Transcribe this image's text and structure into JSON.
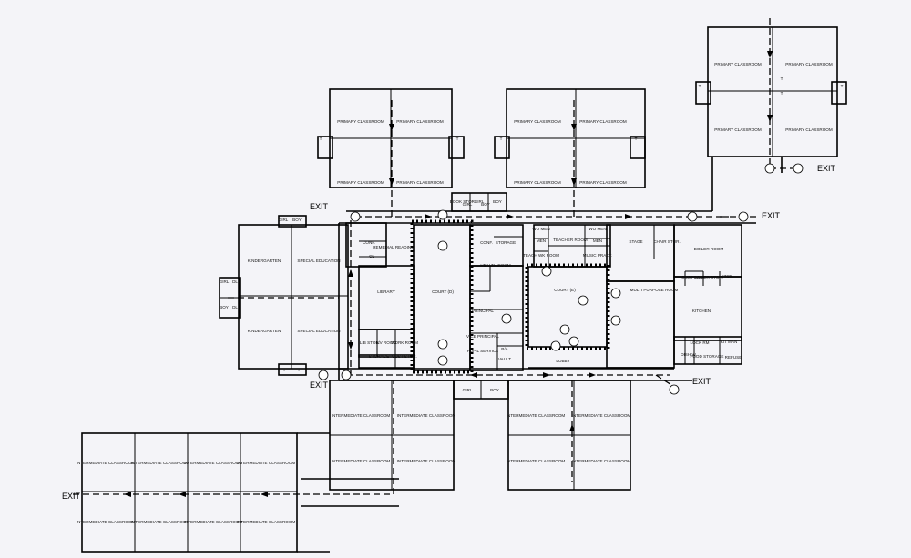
{
  "plan": {
    "exits": [
      "EXIT",
      "EXIT",
      "EXIT",
      "EXIT",
      "EXIT",
      "EXIT"
    ],
    "rooms": [
      "PRIMARY CLASSROOM",
      "PRIMARY CLASSROOM",
      "PRIMARY CLASSROOM",
      "PRIMARY CLASSROOM",
      "PRIMARY CLASSROOM",
      "PRIMARY CLASSROOM",
      "PRIMARY CLASSROOM",
      "PRIMARY CLASSROOM",
      "PRIMARY CLASSROOM",
      "PRIMARY CLASSROOM",
      "PRIMARY CLASSROOM",
      "PRIMARY CLASSROOM",
      "KINDERGARTEN",
      "KINDERGARTEN",
      "SPECIAL EDUCATION",
      "SPECIAL EDUCATION",
      "CONF.",
      "REMEDIAL READING",
      "LIBRARY",
      "COURT (D)",
      "LIB STOR.",
      "L/V ROOM",
      "WORK ROOM",
      "STORAGE",
      "CUST STOR.",
      "BOOK STOR.",
      "GIRL",
      "BOY",
      "CONF.",
      "STORAGE",
      "HEALTH ROOM",
      "PRINCIPAL",
      "VICE PRINCIPAL",
      "PUPIL SERVICE",
      "P/A",
      "VAULT",
      "WO MEN",
      "MEN",
      "TEACH WK ROOM",
      "TEACHER ROOM",
      "WO MEN",
      "MEN",
      "MUSIC PRACT.",
      "COURT (E)",
      "LOBBY",
      "STAGE",
      "CHAIR STOR.",
      "MULTI PURPOSE ROOM",
      "BOILER ROOM",
      "CUST TOIL",
      "BOILER STOR.",
      "STOR",
      "KITCHEN",
      "DISH W.",
      "LOCK RM",
      "FOOD STORAGE",
      "KIT MAN",
      "REFUSE",
      "GIRL",
      "BOY",
      "GIRL",
      "BOY",
      "GIRL",
      "BOY",
      "GIRL",
      "BOY",
      "INTERMEDIATE CLASSROOM",
      "INTERMEDIATE CLASSROOM",
      "INTERMEDIATE CLASSROOM",
      "INTERMEDIATE CLASSROOM",
      "INTERMEDIATE CLASSROOM",
      "INTERMEDIATE CLASSROOM",
      "INTERMEDIATE CLASSROOM",
      "INTERMEDIATE CLASSROOM",
      "INTERMEDIATE CLASSROOM",
      "INTERMEDIATE CLASSROOM",
      "INTERMEDIATE CLASSROOM",
      "INTERMEDIATE CLASSROOM",
      "INTERMEDIATE CLASSROOM",
      "INTERMEDIATE CLASSROOM",
      "INTERMEDIATE CLASSROOM",
      "INTERMEDIATE CLASSROOM",
      "T",
      "T",
      "T",
      "T",
      "T",
      "T",
      "T",
      "T",
      "T",
      "T",
      "DL",
      "DL",
      "CL"
    ]
  }
}
